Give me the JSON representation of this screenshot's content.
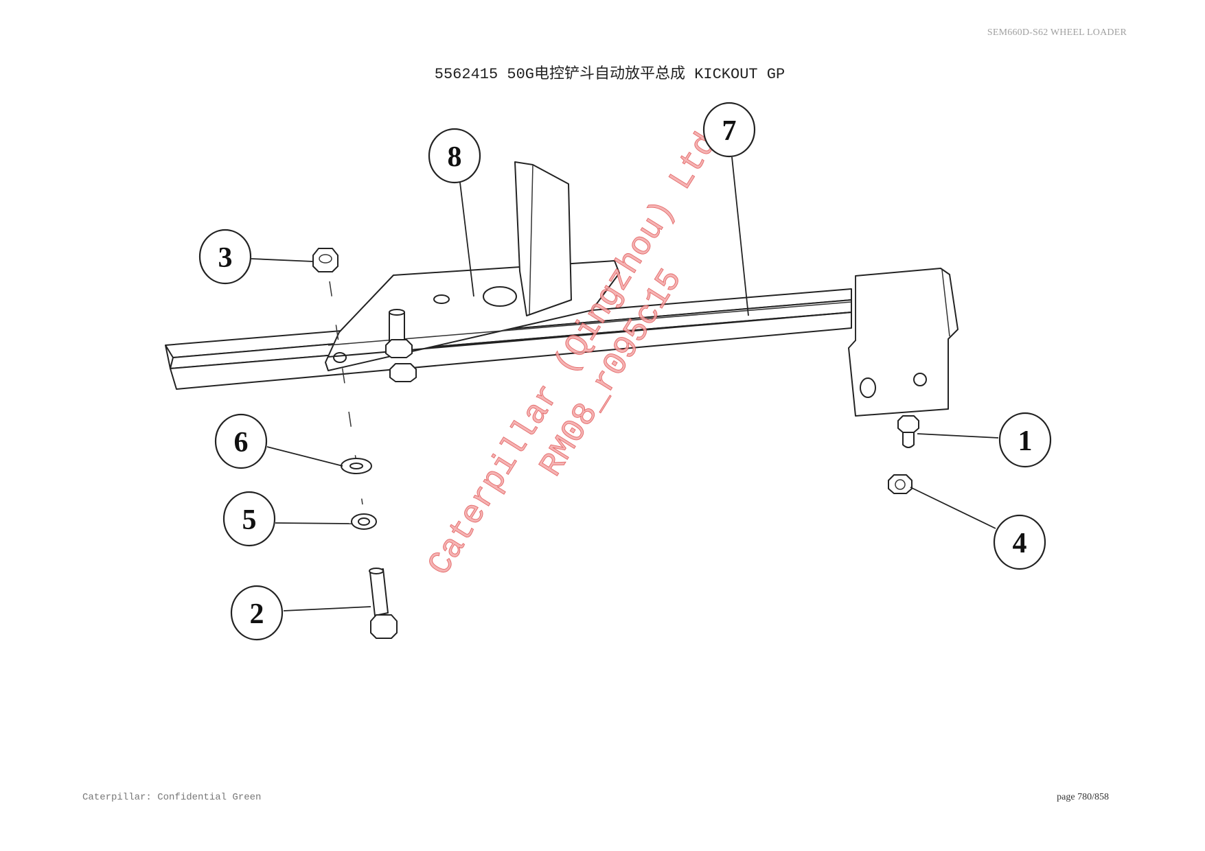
{
  "header": {
    "model": "SEM660D-S62 WHEEL LOADER"
  },
  "title": "5562415 50G电控铲斗自动放平总成 KICKOUT GP",
  "callouts": [
    "1",
    "2",
    "3",
    "4",
    "5",
    "6",
    "7",
    "8"
  ],
  "watermark": {
    "line1": "Caterpillar (Qingzhou) Ltd.",
    "line2": "RM08_r095c15",
    "color": "#e05050"
  },
  "footer": {
    "classification": "Caterpillar: Confidential Green",
    "page": "page 780/858"
  },
  "colors": {
    "line": "#222222",
    "header_text": "#a0a0a0"
  }
}
